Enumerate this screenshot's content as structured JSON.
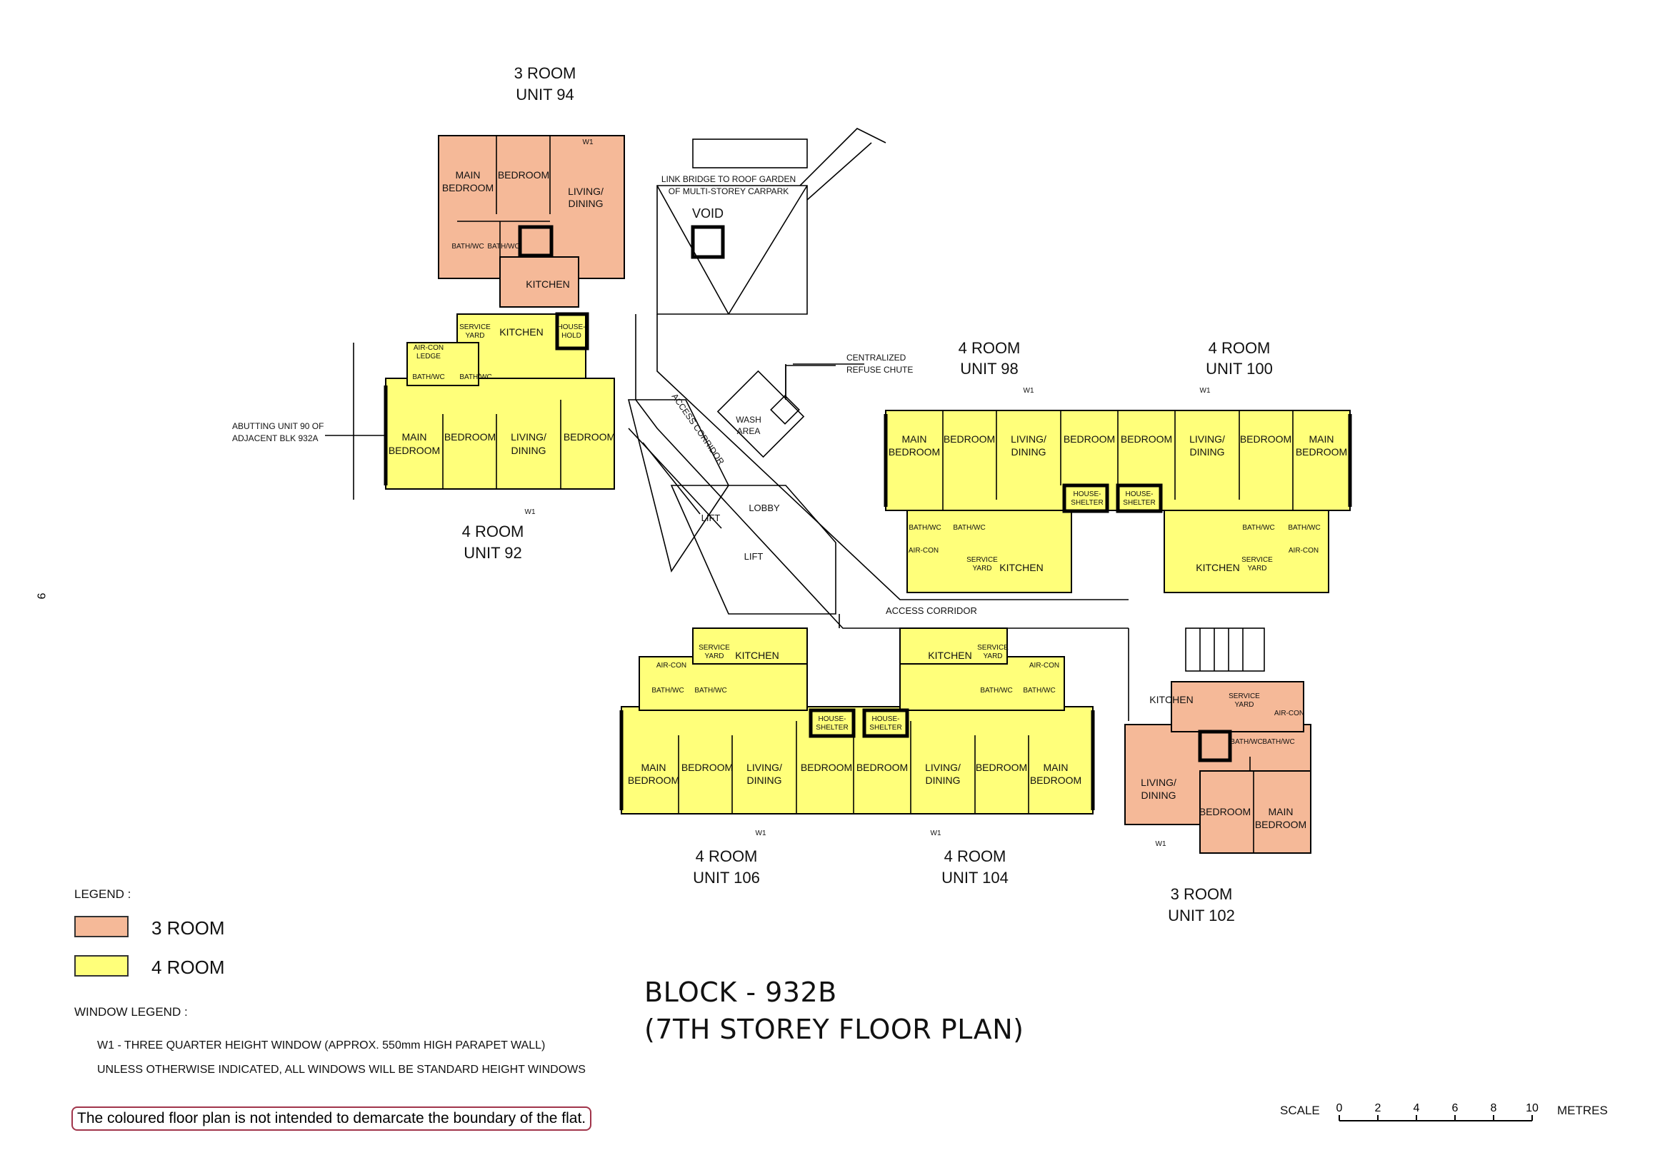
{
  "page_number": "9",
  "title": {
    "line1": "BLOCK - 932B",
    "line2": "(7TH STOREY FLOOR PLAN)"
  },
  "colors": {
    "three_room": "#f5b998",
    "four_room": "#ffff7a"
  },
  "legend": {
    "heading": "LEGEND :",
    "items": [
      {
        "label": "3 ROOM"
      },
      {
        "label": "4 ROOM"
      }
    ],
    "window_heading": "WINDOW LEGEND :",
    "window_line1": "W1  -  THREE QUARTER HEIGHT WINDOW (APPROX. 550mm HIGH PARAPET WALL)",
    "window_line2": "UNLESS OTHERWISE INDICATED, ALL WINDOWS WILL BE STANDARD HEIGHT WINDOWS"
  },
  "disclaimer": "The coloured floor plan is not intended to demarcate the boundary of the flat.",
  "scale": {
    "label": "SCALE",
    "ticks": [
      "0",
      "2",
      "4",
      "6",
      "8",
      "10"
    ],
    "unit": "METRES"
  },
  "units": {
    "u94": {
      "type": "3 ROOM",
      "unit": "UNIT 94"
    },
    "u92": {
      "type": "4 ROOM",
      "unit": "UNIT 92"
    },
    "u98": {
      "type": "4 ROOM",
      "unit": "UNIT 98"
    },
    "u100": {
      "type": "4 ROOM",
      "unit": "UNIT 100"
    },
    "u106": {
      "type": "4 ROOM",
      "unit": "UNIT 106"
    },
    "u104": {
      "type": "4 ROOM",
      "unit": "UNIT 104"
    },
    "u102": {
      "type": "3 ROOM",
      "unit": "UNIT 102"
    }
  },
  "rooms": {
    "main_bedroom_1": "MAIN",
    "main_bedroom_2": "BEDROOM",
    "bedroom": "BEDROOM",
    "living_1": "LIVING/",
    "living_2": "DINING",
    "kitchen": "KITCHEN",
    "bath": "BATH/WC",
    "service_1": "SERVICE",
    "service_2": "YARD",
    "shelter_1": "HOUSE-",
    "shelter_2": "HOLD",
    "shelter_3": "SHELTER",
    "aircon_1": "AIR-CON",
    "aircon_2": "LEDGE",
    "window": "W1"
  },
  "annotations": {
    "link_bridge_1": "LINK BRIDGE TO ROOF GARDEN",
    "link_bridge_2": "OF MULTI-STOREY CARPARK",
    "void": "VOID",
    "refuse_1": "CENTRALIZED",
    "refuse_2": "REFUSE CHUTE",
    "wash_1": "WASH",
    "wash_2": "AREA",
    "access_corridor": "ACCESS CORRIDOR",
    "lobby": "LOBBY",
    "lift": "LIFT",
    "abutting_1": "ABUTTING UNIT 90 OF",
    "abutting_2": "ADJACENT BLK 932A"
  }
}
